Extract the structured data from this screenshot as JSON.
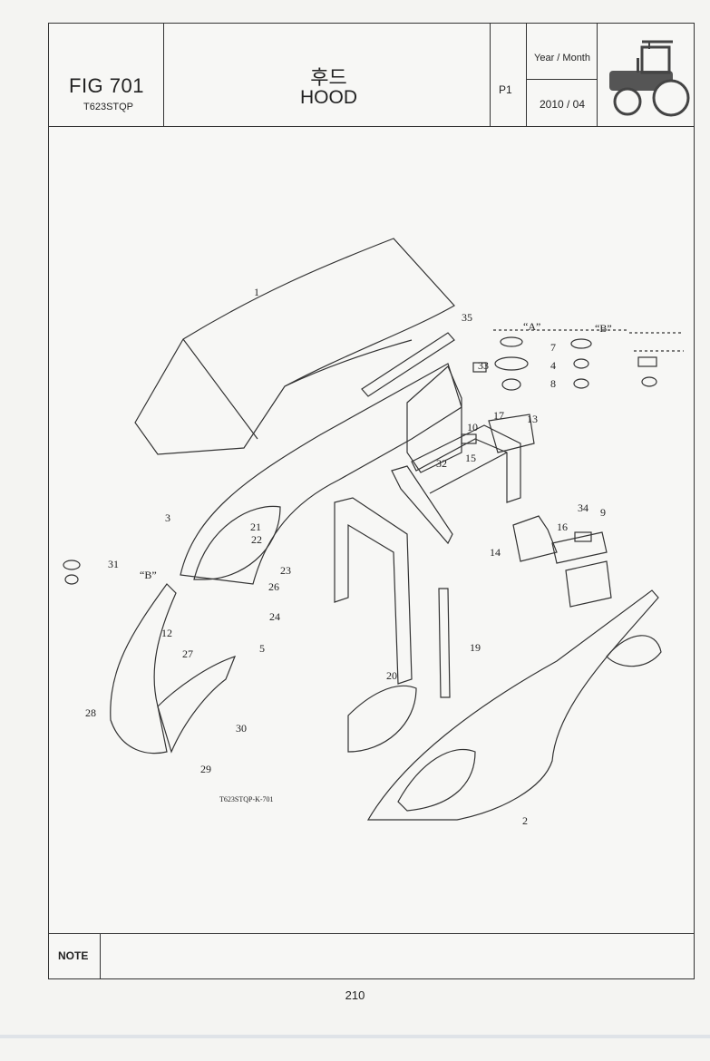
{
  "header": {
    "fig": "FIG 701",
    "model": "T623STQP",
    "title_kr": "후드",
    "title_en": "HOOD",
    "page_code": "P1",
    "year_month_label": "Year / Month",
    "year_month_value": "2010 / 04"
  },
  "drawing": {
    "drawing_code": "T623STQP-K-701",
    "callouts": [
      "1",
      "2",
      "3",
      "4",
      "5",
      "7",
      "8",
      "9",
      "10",
      "12",
      "13",
      "14",
      "15",
      "16",
      "17",
      "19",
      "20",
      "21",
      "22",
      "23",
      "24",
      "26",
      "27",
      "28",
      "29",
      "30",
      "31",
      "32",
      "33",
      "34",
      "35"
    ],
    "detail_labels": [
      "“A”",
      "“B”"
    ]
  },
  "note": {
    "label": "NOTE"
  },
  "page_number": "210"
}
